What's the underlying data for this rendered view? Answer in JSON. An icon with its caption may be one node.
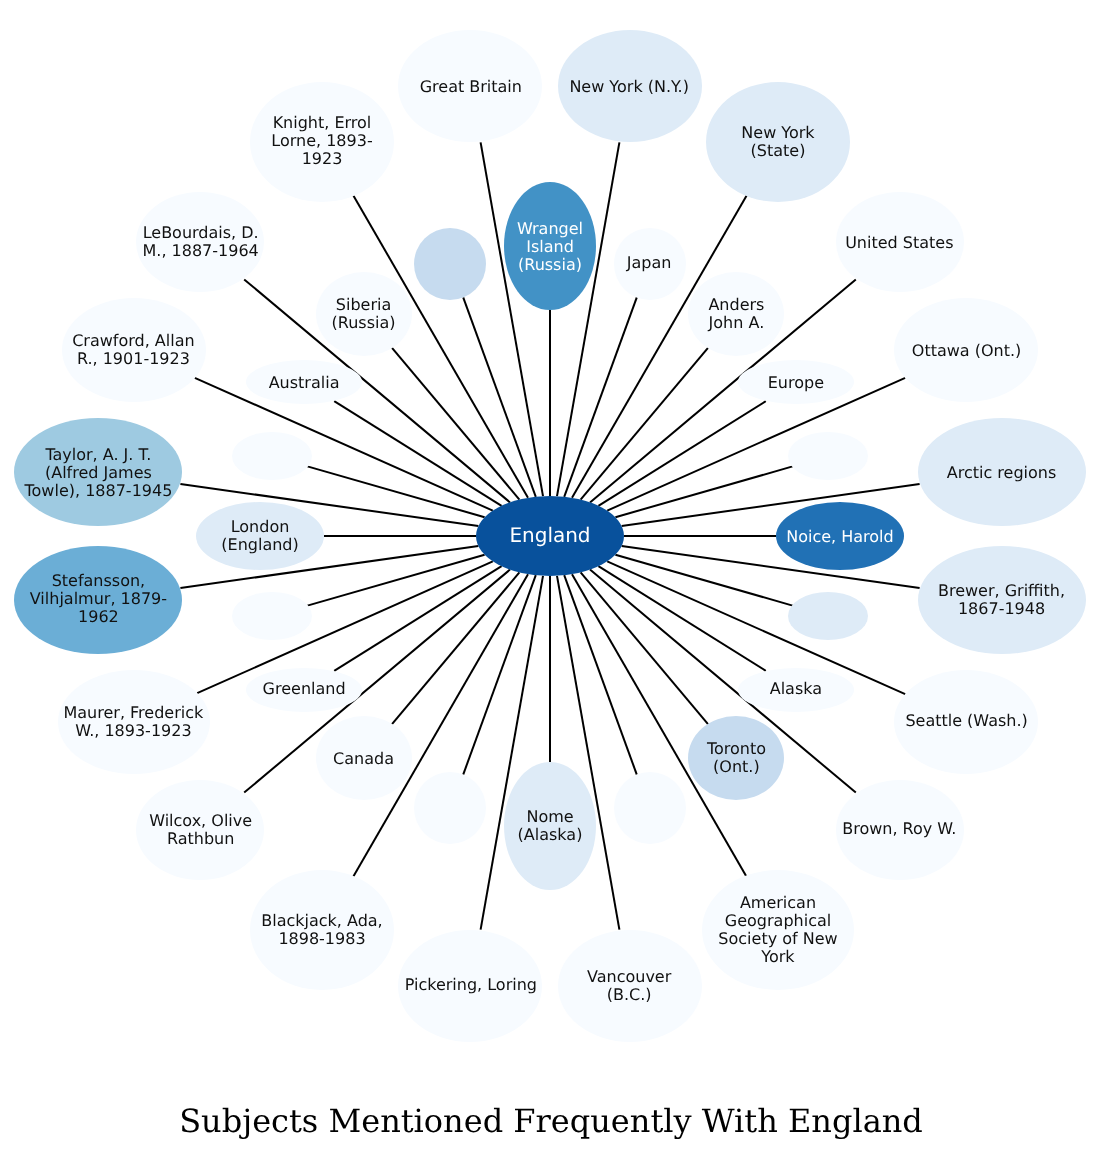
{
  "diagram": {
    "title": "Subjects Mentioned Frequently With England",
    "nodes": [
      {
        "text": [
          "England"
        ]
      },
      {
        "text": [
          "Wrangel Island (Russia)"
        ]
      },
      {
        "text": [
          "Taylor, A. J. T. (Alfred James Towle), 1887-1945"
        ]
      },
      {
        "text": [
          "Stefansson, Vilhjalmur, 1879-1962"
        ]
      },
      {
        "text": [
          "Noice, Harold"
        ]
      },
      {
        "text": [],
        "shape": "ellipse"
      },
      {
        "text": [
          "Toronto (Ont.)"
        ]
      },
      {
        "text": [
          "New York (N.Y.)"
        ]
      },
      {
        "text": [
          "London (England)"
        ]
      },
      {
        "text": [
          "Nome (Alaska)"
        ]
      },
      {
        "text": [
          "LeBourdais, D. M., 1887-1964"
        ]
      },
      {
        "text": [],
        "shape": "ellipse"
      },
      {
        "text": [
          "Anders John A."
        ]
      },
      {
        "text": [
          "Great Britain"
        ]
      },
      {
        "text": [
          "Siberia (Russia)"
        ]
      },
      {
        "text": [
          "United States"
        ]
      },
      {
        "text": [],
        "shape": "ellipse"
      },
      {
        "text": [
          "Knight, Errol Lorne, 1893-1923"
        ]
      },
      {
        "text": [
          "New York (State)"
        ]
      },
      {
        "text": [],
        "shape": "ellipse"
      },
      {
        "text": [],
        "shape": "ellipse"
      },
      {
        "text": [],
        "shape": "ellipse"
      },
      {
        "text": [
          "Europe"
        ]
      },
      {
        "text": [
          "Arctic regions"
        ]
      },
      {
        "text": [
          "Alaska"
        ]
      },
      {
        "text": [
          "Brewer, Griffith, 1867-1948"
        ]
      },
      {
        "text": [
          "Seattle (Wash.)"
        ]
      },
      {
        "text": [
          "Canada"
        ]
      },
      {
        "text": [
          "Japan"
        ]
      },
      {
        "text": [
          "Brown, Roy W."
        ]
      },
      {
        "text": [
          "American Geographical Society of New York"
        ]
      },
      {
        "text": [],
        "shape": "ellipse"
      },
      {
        "text": [
          "Greenland"
        ]
      },
      {
        "text": [
          "Pickering, Loring"
        ]
      },
      {
        "text": [
          "Blackjack, Ada, 1898-1983"
        ]
      },
      {
        "text": [
          "Maurer, Frederick W., 1893-1923"
        ]
      },
      {
        "text": [
          "Wilcox, Olive Rathbun"
        ]
      },
      {
        "text": [
          "Crawford, Allan R., 1901-1923"
        ]
      },
      {
        "text": [
          "Vancouver (B.C.)"
        ]
      },
      {
        "text": [
          "Australia"
        ]
      },
      {
        "text": [
          "Ottawa (Ont.)"
        ]
      }
    ],
    "edges": [
      {
        "from": 0,
        "to": 1,
        "arrow": "none"
      },
      {
        "from": 0,
        "to": 2,
        "arrow": "none"
      },
      {
        "from": 0,
        "to": 3,
        "arrow": "none"
      },
      {
        "from": 0,
        "to": 4,
        "arrow": "none"
      },
      {
        "from": 0,
        "to": 5,
        "arrow": "none"
      },
      {
        "from": 0,
        "to": 6,
        "arrow": "none"
      },
      {
        "from": 0,
        "to": 7,
        "arrow": "none"
      },
      {
        "from": 0,
        "to": 8,
        "arrow": "none"
      },
      {
        "from": 0,
        "to": 9,
        "arrow": "none"
      },
      {
        "from": 0,
        "to": 10,
        "arrow": "none"
      },
      {
        "from": 0,
        "to": 11,
        "arrow": "none"
      },
      {
        "from": 0,
        "to": 12,
        "arrow": "none"
      },
      {
        "from": 0,
        "to": 13,
        "arrow": "none"
      },
      {
        "from": 0,
        "to": 14,
        "arrow": "none"
      },
      {
        "from": 0,
        "to": 15,
        "arrow": "none"
      },
      {
        "from": 0,
        "to": 16,
        "arrow": "none"
      },
      {
        "from": 0,
        "to": 17,
        "arrow": "none"
      },
      {
        "from": 0,
        "to": 18,
        "arrow": "none"
      },
      {
        "from": 0,
        "to": 19,
        "arrow": "none"
      },
      {
        "from": 0,
        "to": 20,
        "arrow": "none"
      },
      {
        "from": 0,
        "to": 21,
        "arrow": "none"
      },
      {
        "from": 0,
        "to": 22,
        "arrow": "none"
      },
      {
        "from": 0,
        "to": 23,
        "arrow": "none"
      },
      {
        "from": 0,
        "to": 24,
        "arrow": "none"
      },
      {
        "from": 0,
        "to": 25,
        "arrow": "none"
      },
      {
        "from": 0,
        "to": 26,
        "arrow": "none"
      },
      {
        "from": 0,
        "to": 27,
        "arrow": "none"
      },
      {
        "from": 0,
        "to": 28,
        "arrow": "none"
      },
      {
        "from": 0,
        "to": 29,
        "arrow": "none"
      },
      {
        "from": 0,
        "to": 30,
        "arrow": "none"
      },
      {
        "from": 0,
        "to": 31,
        "arrow": "none"
      },
      {
        "from": 0,
        "to": 32,
        "arrow": "none"
      },
      {
        "from": 0,
        "to": 33,
        "arrow": "none"
      },
      {
        "from": 0,
        "to": 34,
        "arrow": "none"
      },
      {
        "from": 0,
        "to": 35,
        "arrow": "none"
      },
      {
        "from": 0,
        "to": 36,
        "arrow": "none"
      },
      {
        "from": 0,
        "to": 37,
        "arrow": "none"
      },
      {
        "from": 0,
        "to": 38,
        "arrow": "none"
      },
      {
        "from": 0,
        "to": 39,
        "arrow": "none"
      },
      {
        "from": 0,
        "to": 40,
        "arrow": "none"
      }
    ]
  }
}
